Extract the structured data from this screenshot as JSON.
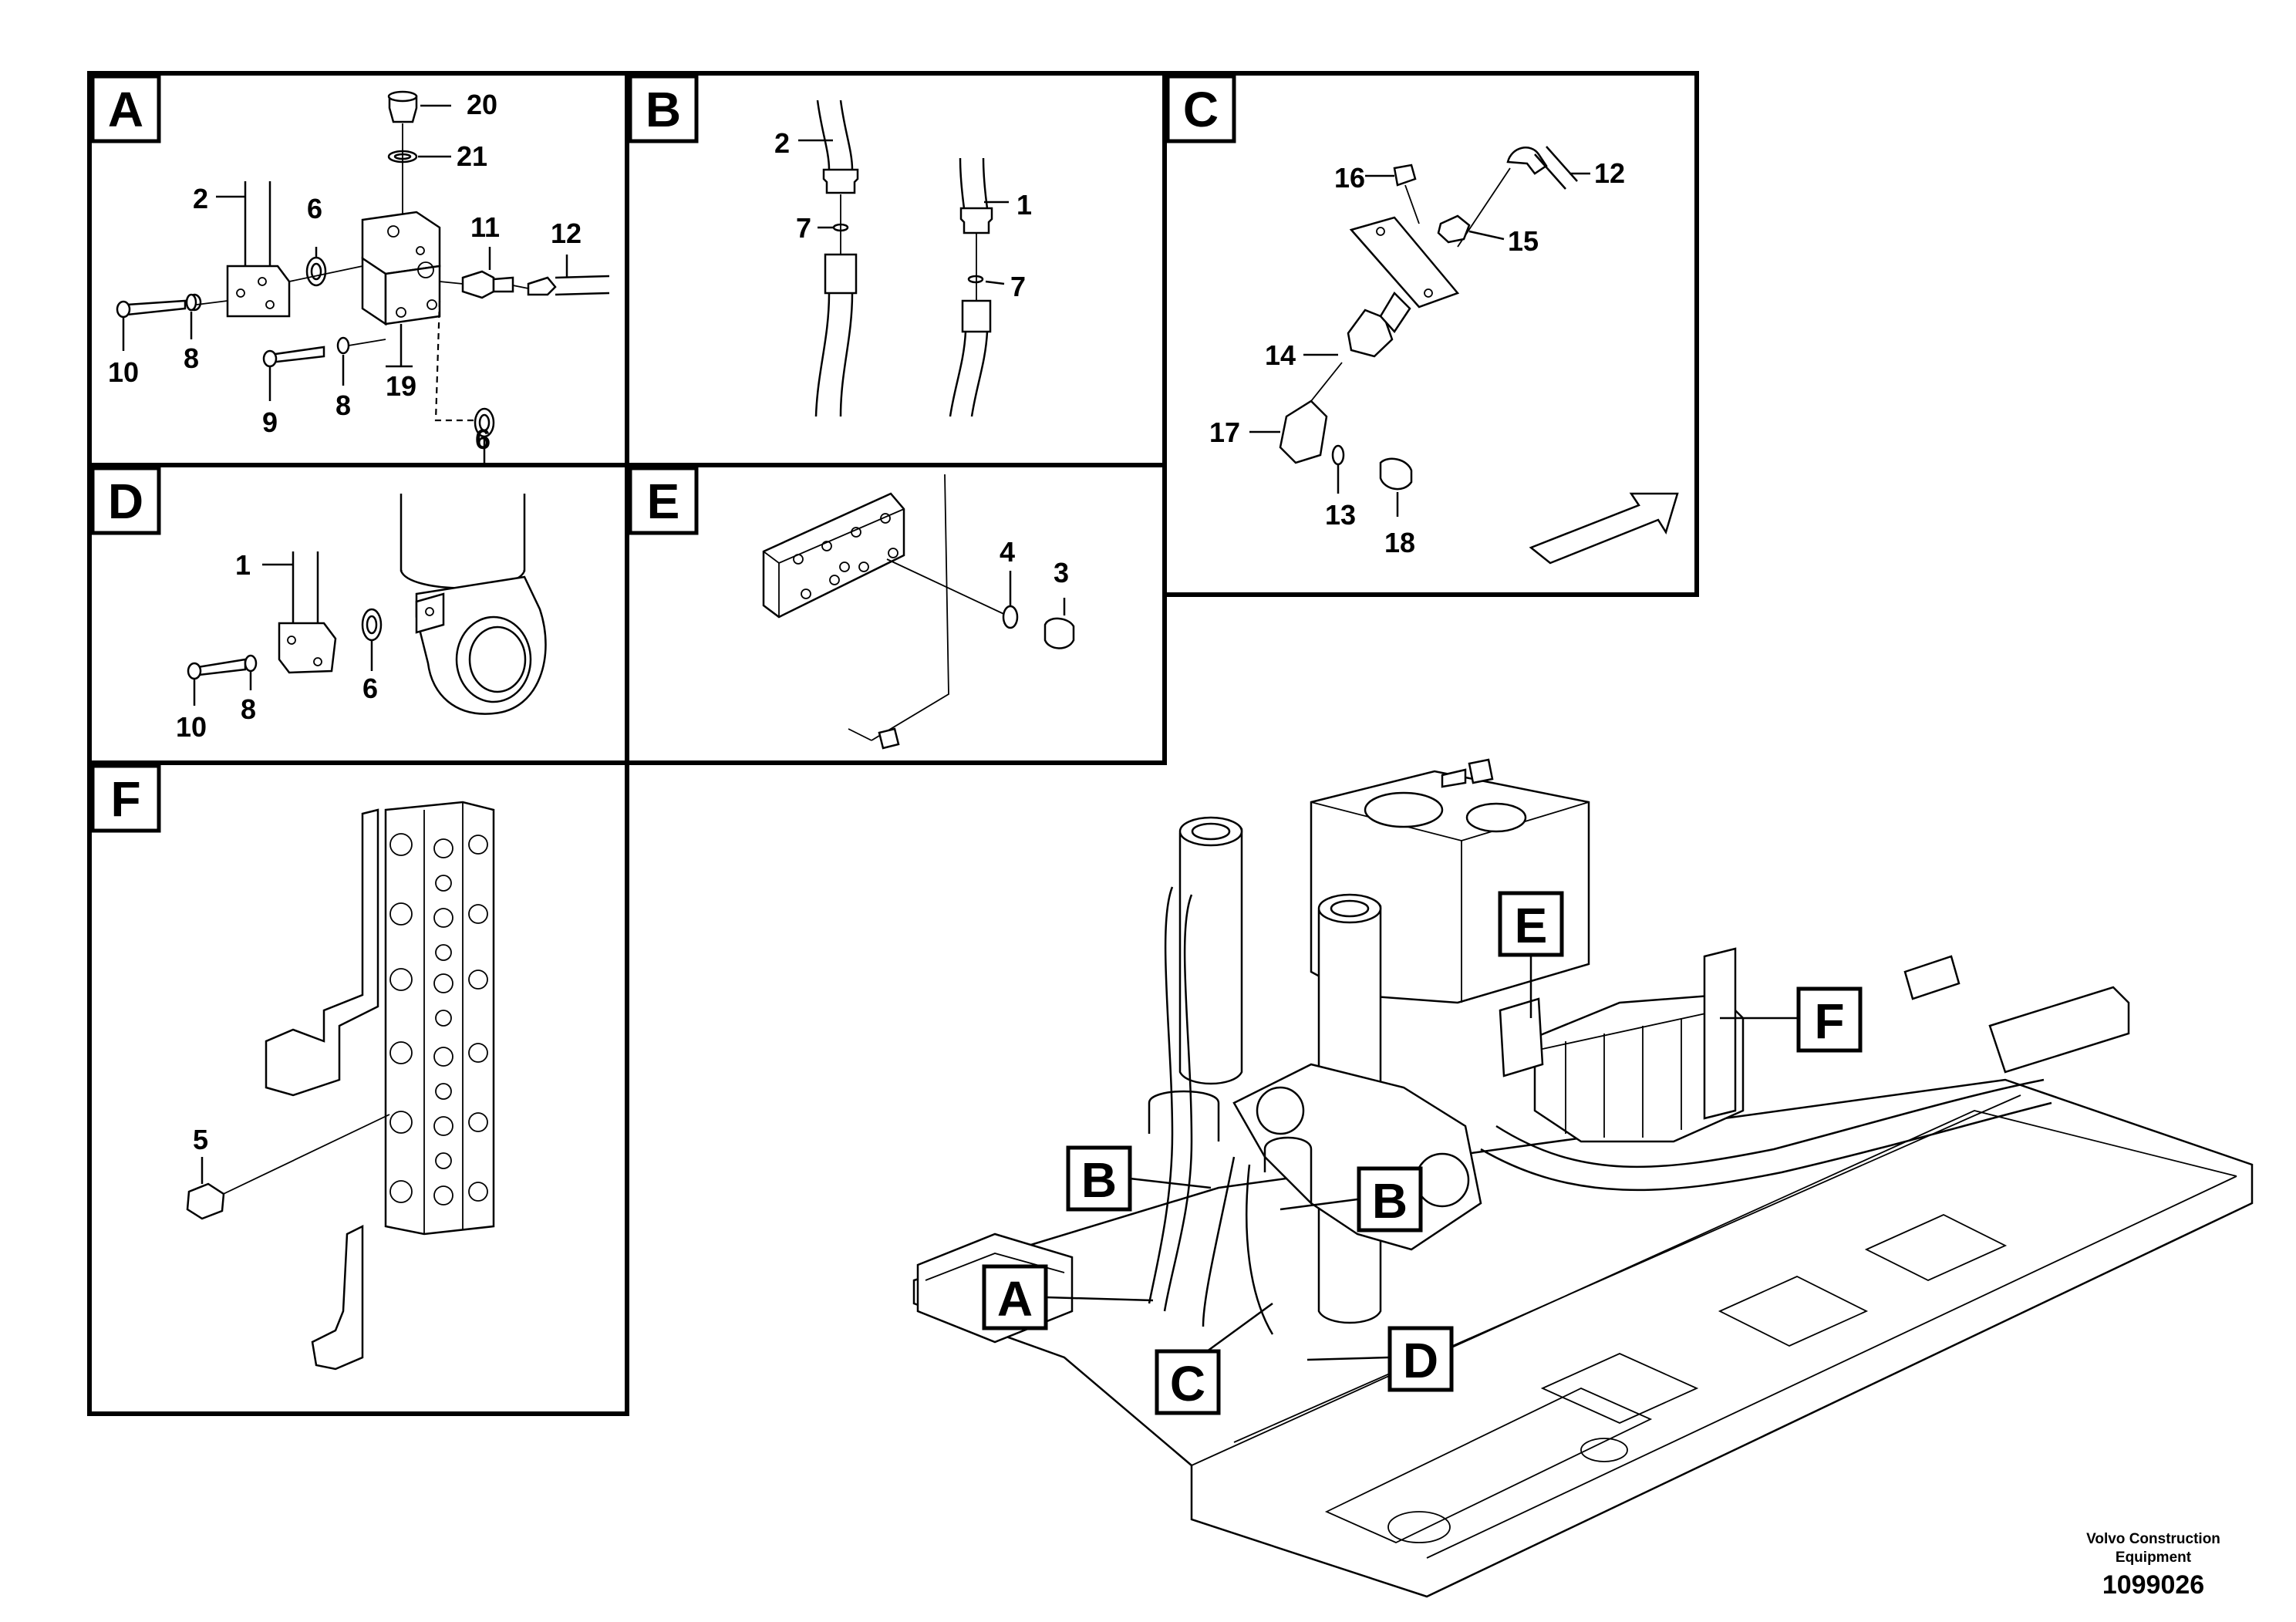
{
  "panels": {
    "A": {
      "letter": "A",
      "callouts": {
        "c20": "20",
        "c21": "21",
        "c2": "2",
        "c6a": "6",
        "c11": "11",
        "c12": "12",
        "c10": "10",
        "c8a": "8",
        "c9": "9",
        "c8b": "8",
        "c19": "19",
        "c6b": "6"
      }
    },
    "B": {
      "letter": "B",
      "callouts": {
        "c2": "2",
        "c7a": "7",
        "c1": "1",
        "c7b": "7"
      }
    },
    "C": {
      "letter": "C",
      "callouts": {
        "c16": "16",
        "c12": "12",
        "c15": "15",
        "c14": "14",
        "c17": "17",
        "c13": "13",
        "c18": "18"
      }
    },
    "D": {
      "letter": "D",
      "callouts": {
        "c1": "1",
        "c10": "10",
        "c8": "8",
        "c6": "6"
      }
    },
    "E": {
      "letter": "E",
      "callouts": {
        "c4": "4",
        "c3": "3"
      }
    },
    "F": {
      "letter": "F",
      "callouts": {
        "c5": "5"
      }
    }
  },
  "overview_tags": {
    "E": "E",
    "F": "F",
    "B1": "B",
    "B2": "B",
    "A": "A",
    "C": "C",
    "D": "D"
  },
  "footer": {
    "company": "Volvo Construction Equipment",
    "drawing_number": "1099026"
  }
}
